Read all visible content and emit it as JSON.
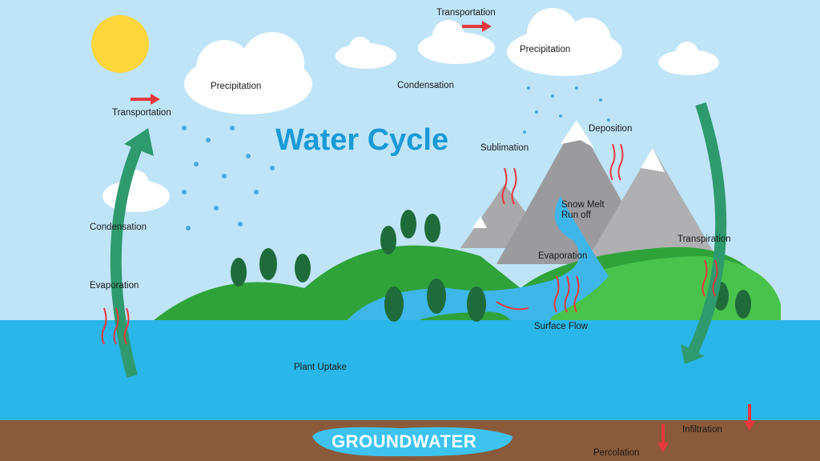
{
  "title": "Water Cycle",
  "labels": {
    "transportation_top": "Transportation",
    "precipitation_right": "Precipitation",
    "precipitation_left": "Precipitation",
    "condensation_top": "Condensation",
    "transportation_left": "Transportation",
    "condensation_left": "Condensation",
    "evaporation_left": "Evaporation",
    "sublimation": "Sublimation",
    "deposition": "Deposition",
    "snow_melt": "Snow Melt",
    "run_off": "Run off",
    "evaporation_center": "Evaporation",
    "transpiration": "Transpiration",
    "surface_flow": "Surface Flow",
    "plant_uptake": "Plant Uptake",
    "groundwater": "GROUNDWATER",
    "infiltration": "Infiltration",
    "percolation": "Percolation"
  },
  "colors": {
    "sky": "#bfe4f8",
    "water": "#29b6e8",
    "ground": "#8a5a3a",
    "arrow_red": "#e8383d",
    "arrow_green": "#2e9a6e",
    "title": "#1a9ad6"
  }
}
